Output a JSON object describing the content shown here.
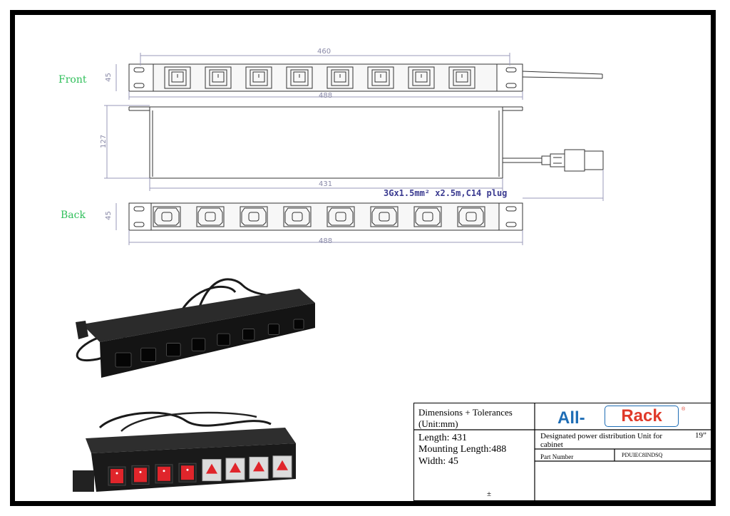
{
  "views": {
    "front_label": "Front",
    "back_label": "Back",
    "dim_460": "460",
    "dim_488_front": "488",
    "dim_45_front": "45",
    "dim_127": "127",
    "dim_431": "431",
    "dim_45_back": "45",
    "dim_488_back": "488",
    "cable_spec": "3Gx1.5mm² x2.5m,C14 plug"
  },
  "title_block": {
    "dims_heading": "Dimensions + Tolerances",
    "dims_unit": "(Unit:mm)",
    "length": "Length: 431",
    "mounting_length": "Mounting Length:488",
    "width": "Width: 45",
    "tolerance_symbol": "±",
    "logo_left": "All-",
    "logo_right": "Rack",
    "logo_reg": "®",
    "description": "Designated power distribution Unit for",
    "description_size": "19”",
    "description_cont": "cabinet",
    "part_number_label": "Part Number",
    "part_number_value": "PDUIEC8INDSQ"
  },
  "colors": {
    "label_green": "#2fbf5a",
    "logo_blue": "#1e6db5",
    "logo_red": "#e03a2a",
    "switch_red": "#e0252b"
  }
}
